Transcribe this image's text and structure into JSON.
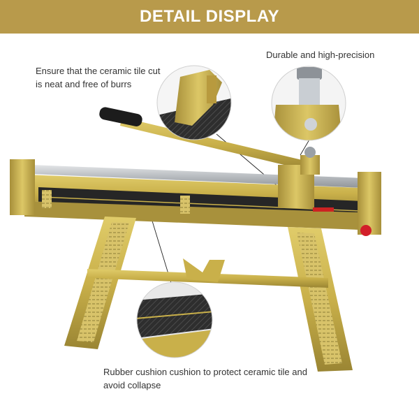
{
  "header": {
    "title": "DETAIL DISPLAY",
    "background": "#b89a4b",
    "text_color": "#ffffff"
  },
  "captions": {
    "top_left": "Ensure that the ceramic tile cut is neat and free of burrs",
    "top_right": "Durable and high-precision",
    "bottom": "Rubber cushion cushion to protect ceramic tile and avoid collapse"
  },
  "colors": {
    "frame_gold": "#c9b04a",
    "frame_shadow": "#9a8533",
    "rail_silver": "#c8ccd0",
    "bed_dark": "#2b2b2b",
    "handle_black": "#1c1c1c",
    "knob_red": "#d21f2a"
  },
  "icons": {
    "cutter_product": "tile-cutter-illustration",
    "zoom_blade": "blade-closeup",
    "zoom_wheel": "cutting-wheel-closeup",
    "zoom_rubber": "rubber-cushion-closeup"
  }
}
